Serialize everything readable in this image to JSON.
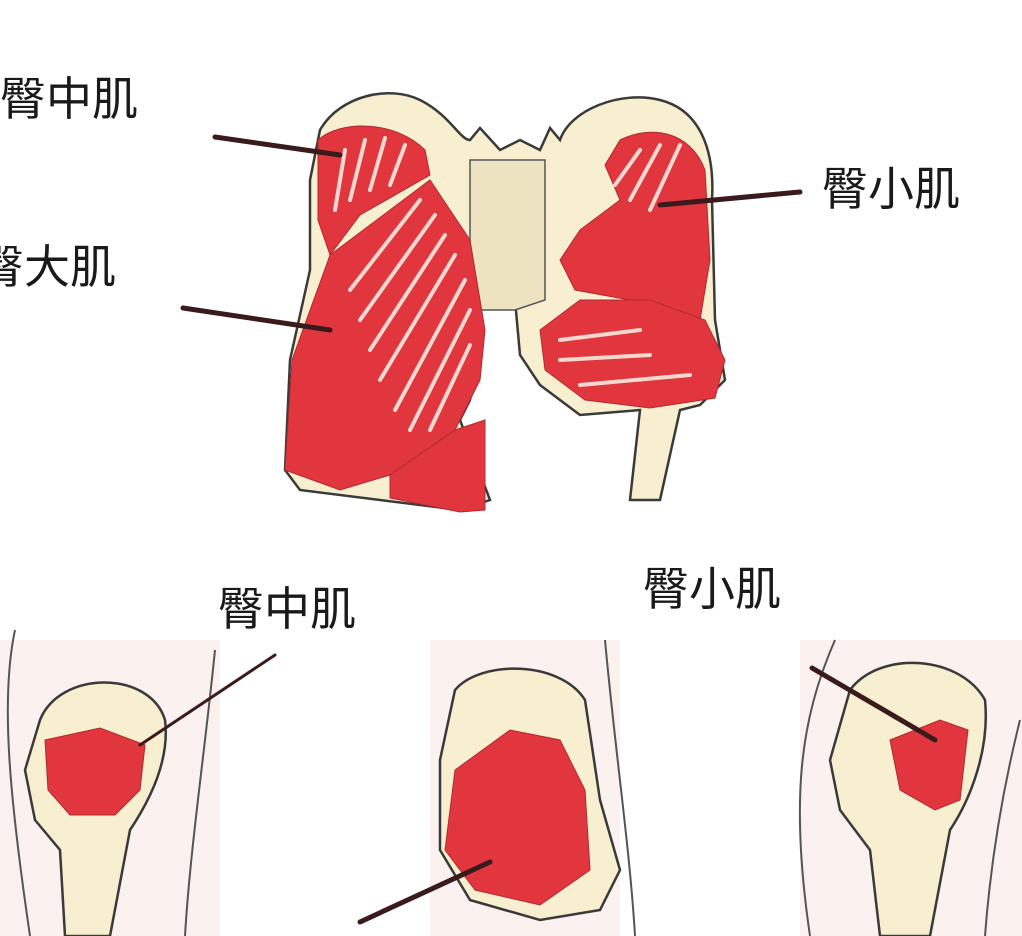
{
  "labels": {
    "top_gluteus_medius": "臀中肌",
    "top_gluteus_maximus": "臀大肌",
    "top_gluteus_minimus": "臀小肌",
    "bottom_gluteus_medius": "臀中肌",
    "bottom_gluteus_minimus": "臀小肌"
  },
  "colors": {
    "muscle": "#e2363f",
    "bone": "#f7efcf"
  }
}
